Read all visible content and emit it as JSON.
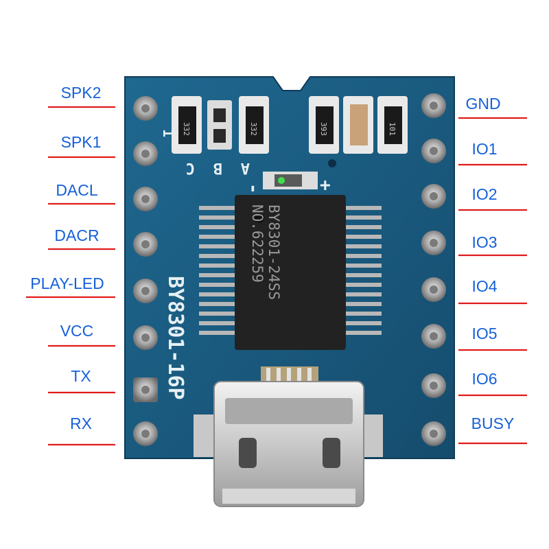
{
  "left_pins": [
    "SPK2",
    "SPK1",
    "DACL",
    "DACR",
    "PLAY-LED",
    "VCC",
    "TX",
    "RX"
  ],
  "right_pins": [
    "GND",
    "IO1",
    "IO2",
    "IO3",
    "IO4",
    "IO5",
    "IO6",
    "BUSY"
  ],
  "board": {
    "silk_label": "BY8301-16P",
    "jumper_labels": [
      "C",
      "B",
      "A"
    ],
    "jumper_mark": "1",
    "led_minus": "-",
    "led_plus": "+"
  },
  "chip": {
    "line1": "BY8301-24SS",
    "line2": "NO.622259"
  },
  "resistors": [
    "332",
    "332",
    "393",
    "101"
  ],
  "colors": {
    "pcb": "#1a5a80",
    "pin_label": "#1560d8",
    "leader_line": "#e01a1a"
  }
}
